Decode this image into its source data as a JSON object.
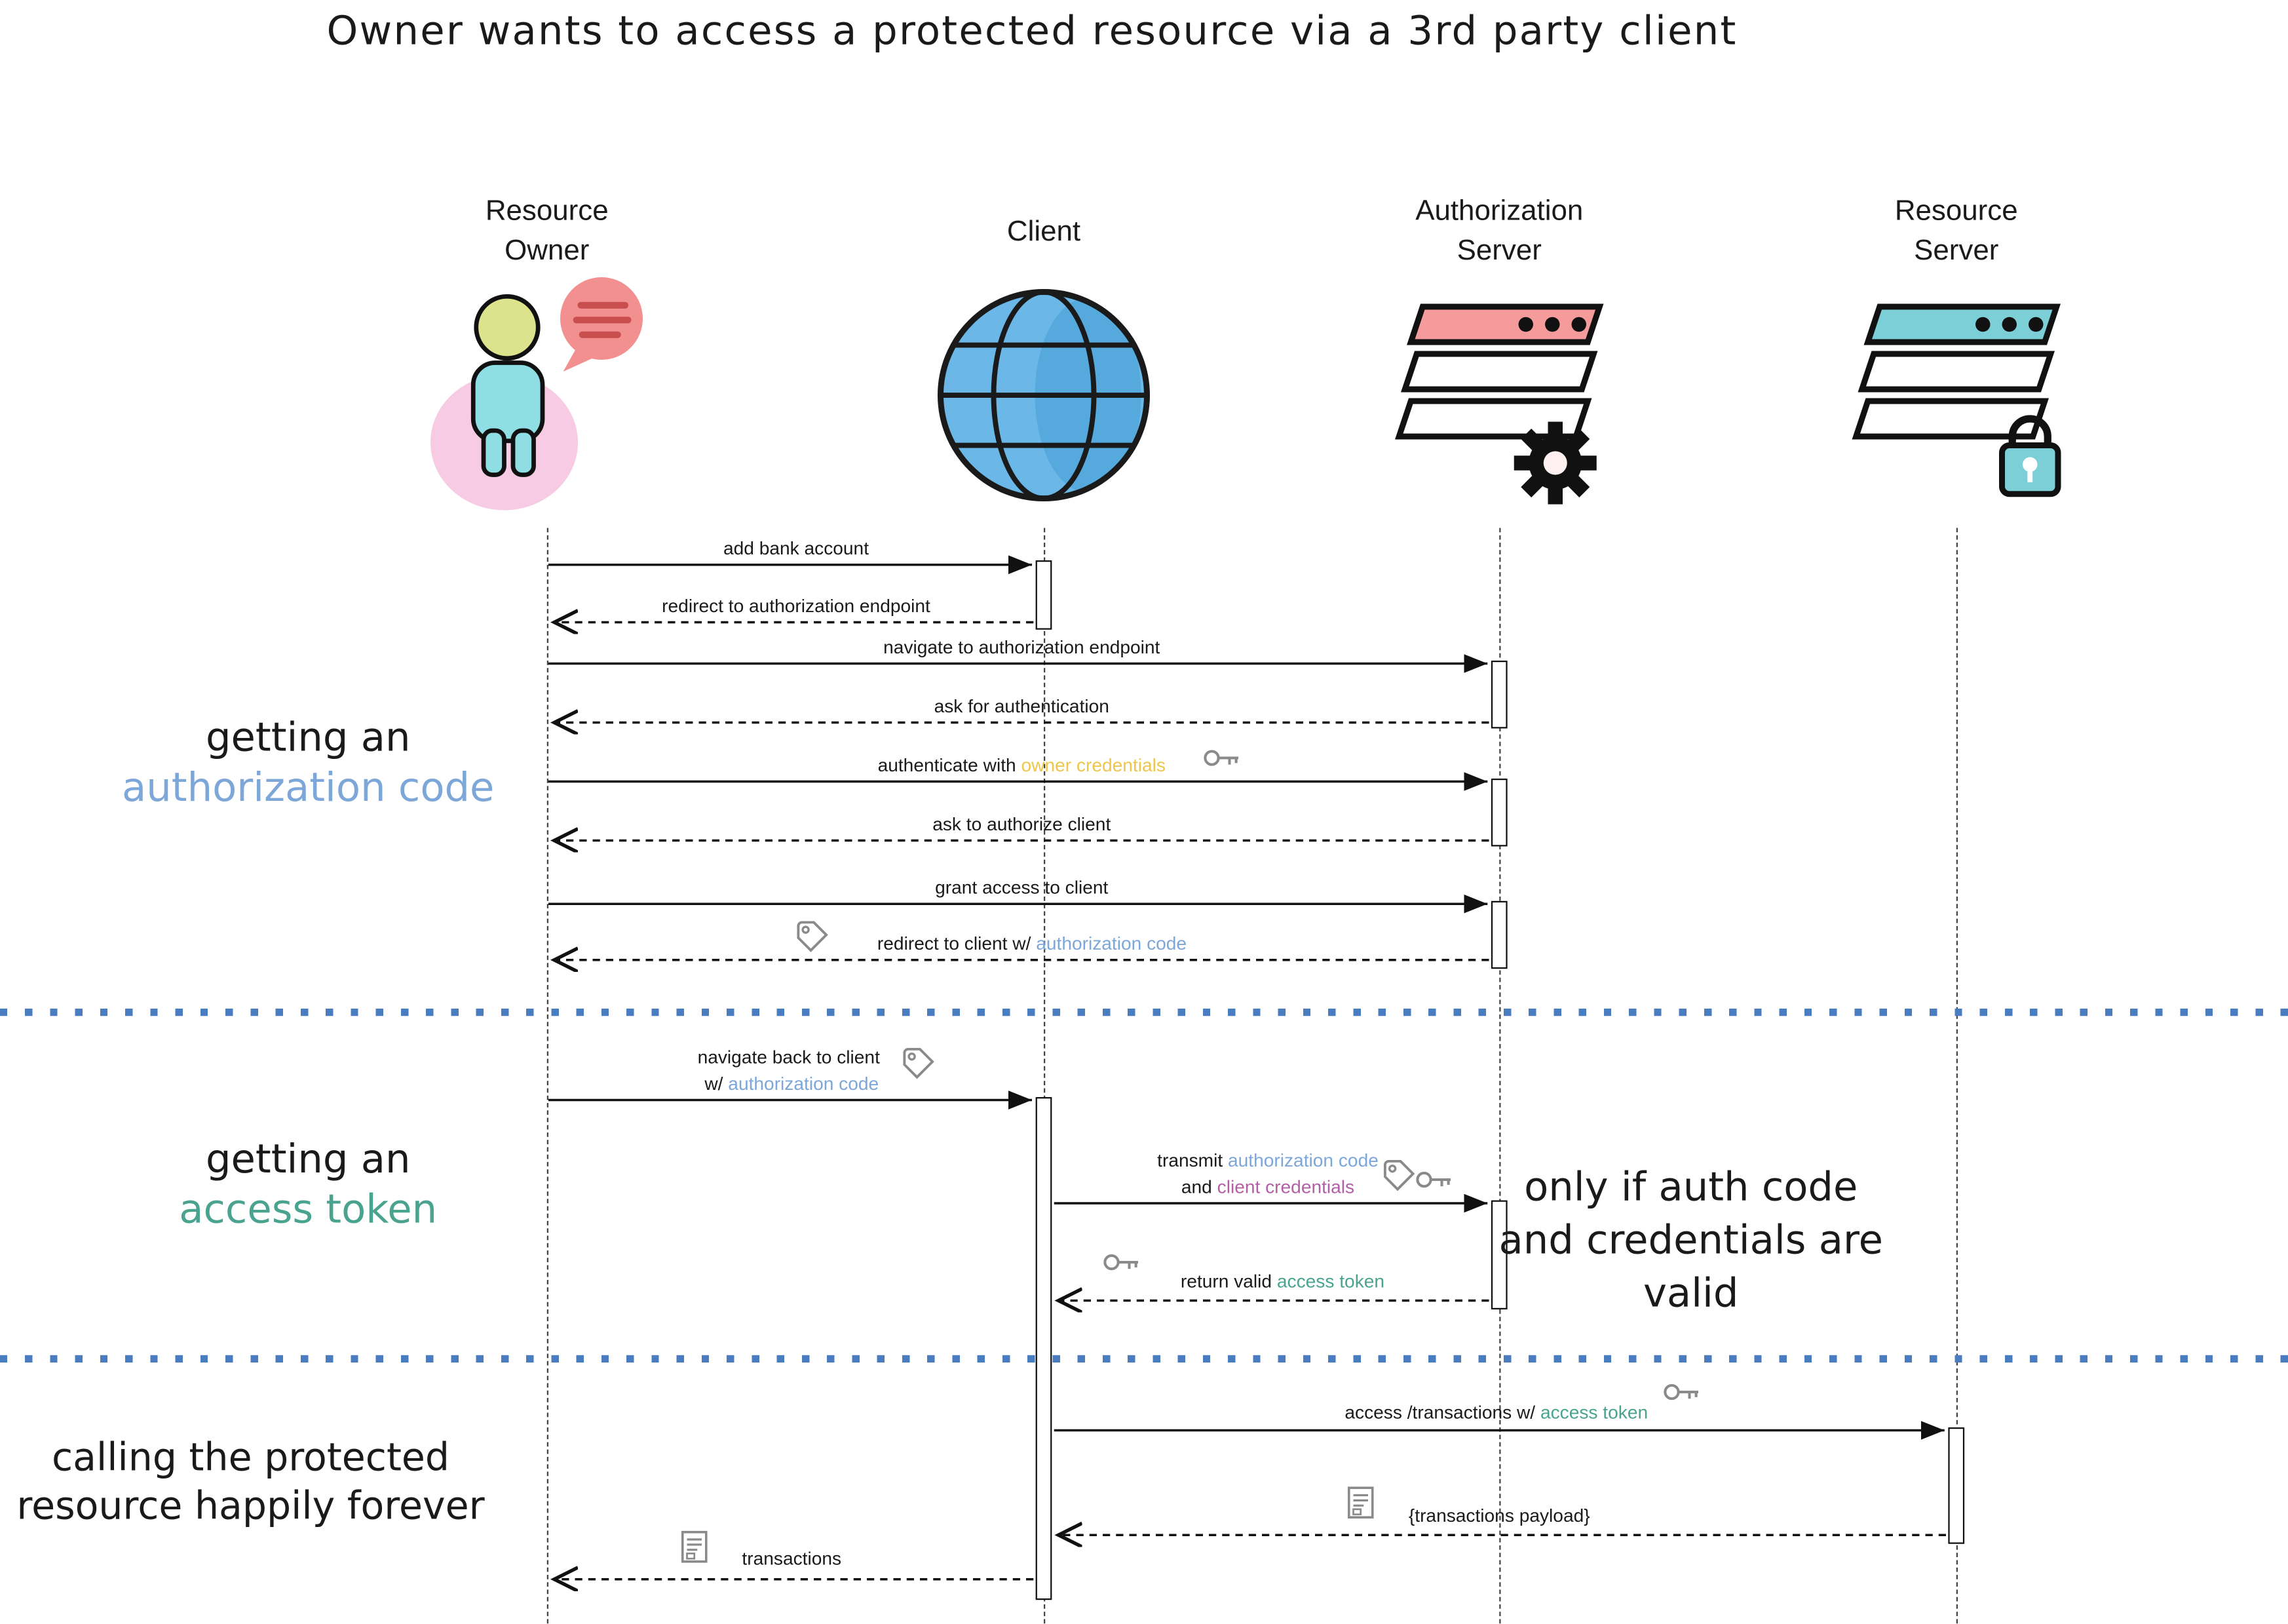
{
  "title": "Owner wants to access a protected resource via a 3rd party client",
  "actors": {
    "resource_owner": {
      "line1": "Resource",
      "line2": "Owner"
    },
    "client": {
      "label": "Client"
    },
    "auth_server": {
      "line1": "Authorization",
      "line2": "Server"
    },
    "resource_server": {
      "line1": "Resource",
      "line2": "Server"
    }
  },
  "phases": {
    "p1": {
      "line1": "getting an",
      "line2": "authorization code"
    },
    "p2": {
      "line1": "getting an",
      "line2": "access token"
    },
    "p3": {
      "line1": "calling the protected",
      "line2": "resource happily forever"
    }
  },
  "note": {
    "line1": "only if auth code",
    "line2": "and credentials are",
    "line3": "valid"
  },
  "messages": {
    "m1": {
      "text": "add bank account"
    },
    "m2": {
      "text": "redirect to authorization endpoint"
    },
    "m3": {
      "text": "navigate to authorization endpoint"
    },
    "m4": {
      "text": "ask for authentication"
    },
    "m5": {
      "pre": "authenticate with ",
      "hl": "owner credentials"
    },
    "m6": {
      "text": "ask to authorize client"
    },
    "m7": {
      "text": "grant access to client"
    },
    "m8": {
      "pre": "redirect to client w/ ",
      "hl": "authorization code"
    },
    "m9a": {
      "text": "navigate back to client"
    },
    "m9b": {
      "pre": "w/ ",
      "hl": "authorization code"
    },
    "m10a": {
      "pre": "transmit ",
      "hl": "authorization code"
    },
    "m10b": {
      "pre": "and ",
      "hl": "client credentials"
    },
    "m11": {
      "pre": "return valid ",
      "hl": "access token"
    },
    "m12": {
      "pre": "access /transactions w/ ",
      "hl": "access token"
    },
    "m13": {
      "text": "{transactions payload}"
    },
    "m14": {
      "text": "transactions"
    }
  },
  "colors": {
    "authorization_code": "#7da7d9",
    "access_token": "#4aa38e",
    "owner_credentials": "#eec64b",
    "client_credentials": "#b25fa6",
    "divider": "#4a7cc0",
    "owner_body": "#8edee3",
    "owner_head": "#dde38c",
    "owner_blob": "#f6cbe3",
    "speech_bubble": "#f28f8f",
    "globe": "#6ab7e8",
    "auth_server": "#f59b9b",
    "resource_server": "#7ccfd6"
  }
}
